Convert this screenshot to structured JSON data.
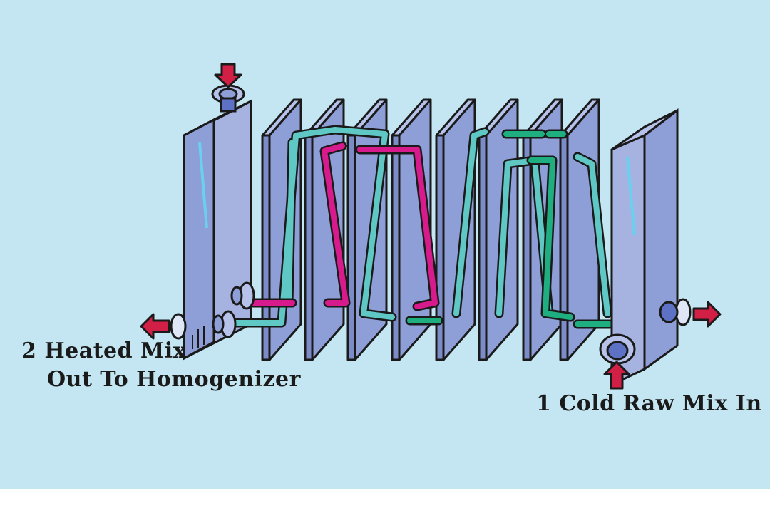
{
  "labels": {
    "outlet_line1": "2 Heated Mix",
    "outlet_line2": "Out To Homogenizer",
    "inlet": "1 Cold Raw Mix In"
  },
  "colors": {
    "background": "#c3e6f2",
    "plate_face": "#8e9ed6",
    "plate_side": "#a6b3e1",
    "hot_pipe": "#d81b8c",
    "medium_pipe": "#5fc8c4",
    "cool_pipe": "#1fae80",
    "arrow": "#d21f45",
    "port": "#5d72c4"
  },
  "icons": [
    "down-arrow-icon",
    "left-arrow-icon",
    "right-arrow-icon",
    "up-arrow-icon"
  ]
}
